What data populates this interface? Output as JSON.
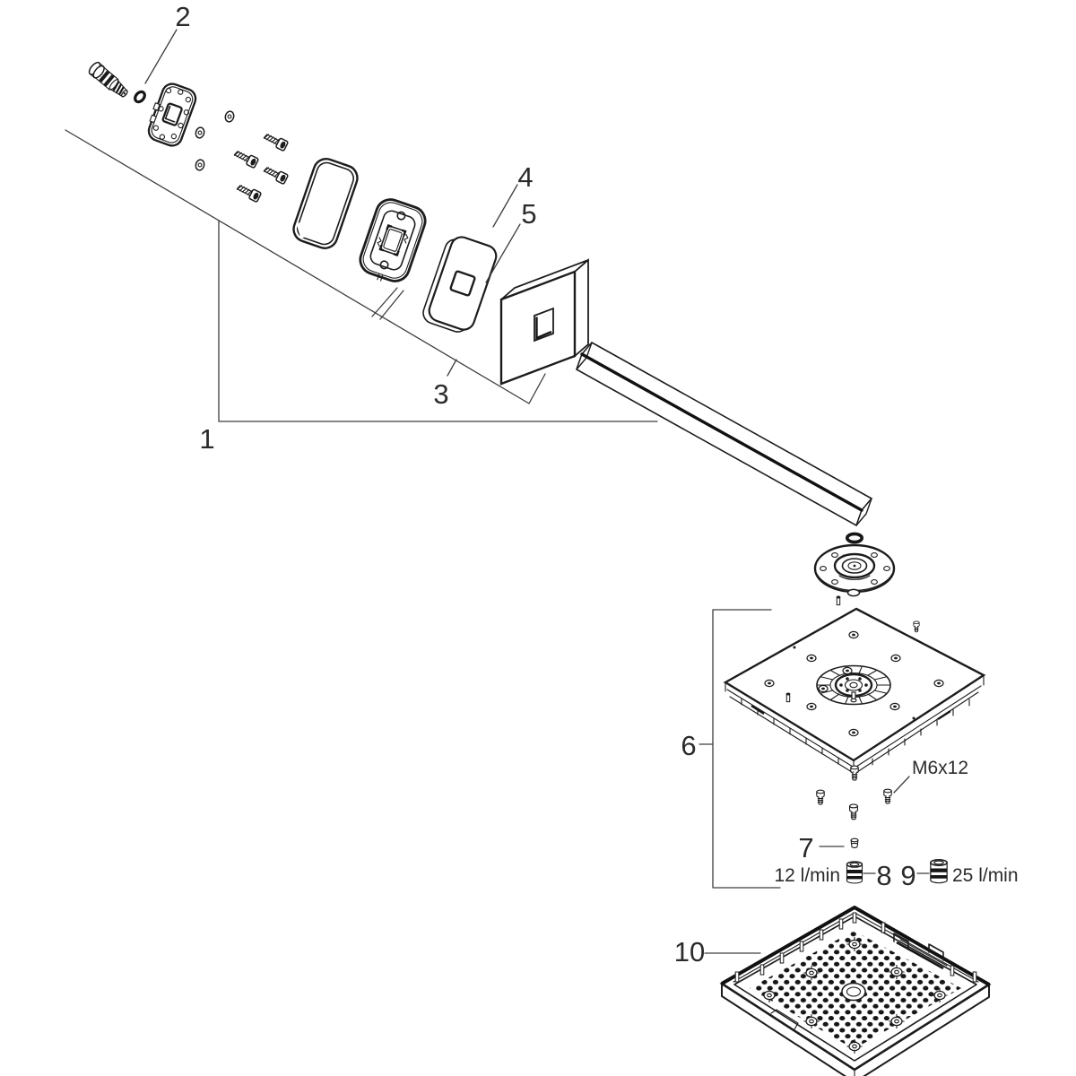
{
  "drawing": {
    "background": "#ffffff",
    "line_color": "#1c1c1c",
    "leader_color": "#3d3d3d",
    "text_color": "#2b2b2b",
    "callouts": {
      "c1": "1",
      "c2": "2",
      "c3": "3",
      "c4": "4",
      "c5": "5",
      "c6": "6",
      "c7": "7",
      "c8": "8",
      "c9": "9",
      "c10": "10"
    },
    "annotations": {
      "screw_spec": "M6x12",
      "flow_rate_12": "12 l/min",
      "flow_rate_25": "25 l/min"
    }
  }
}
